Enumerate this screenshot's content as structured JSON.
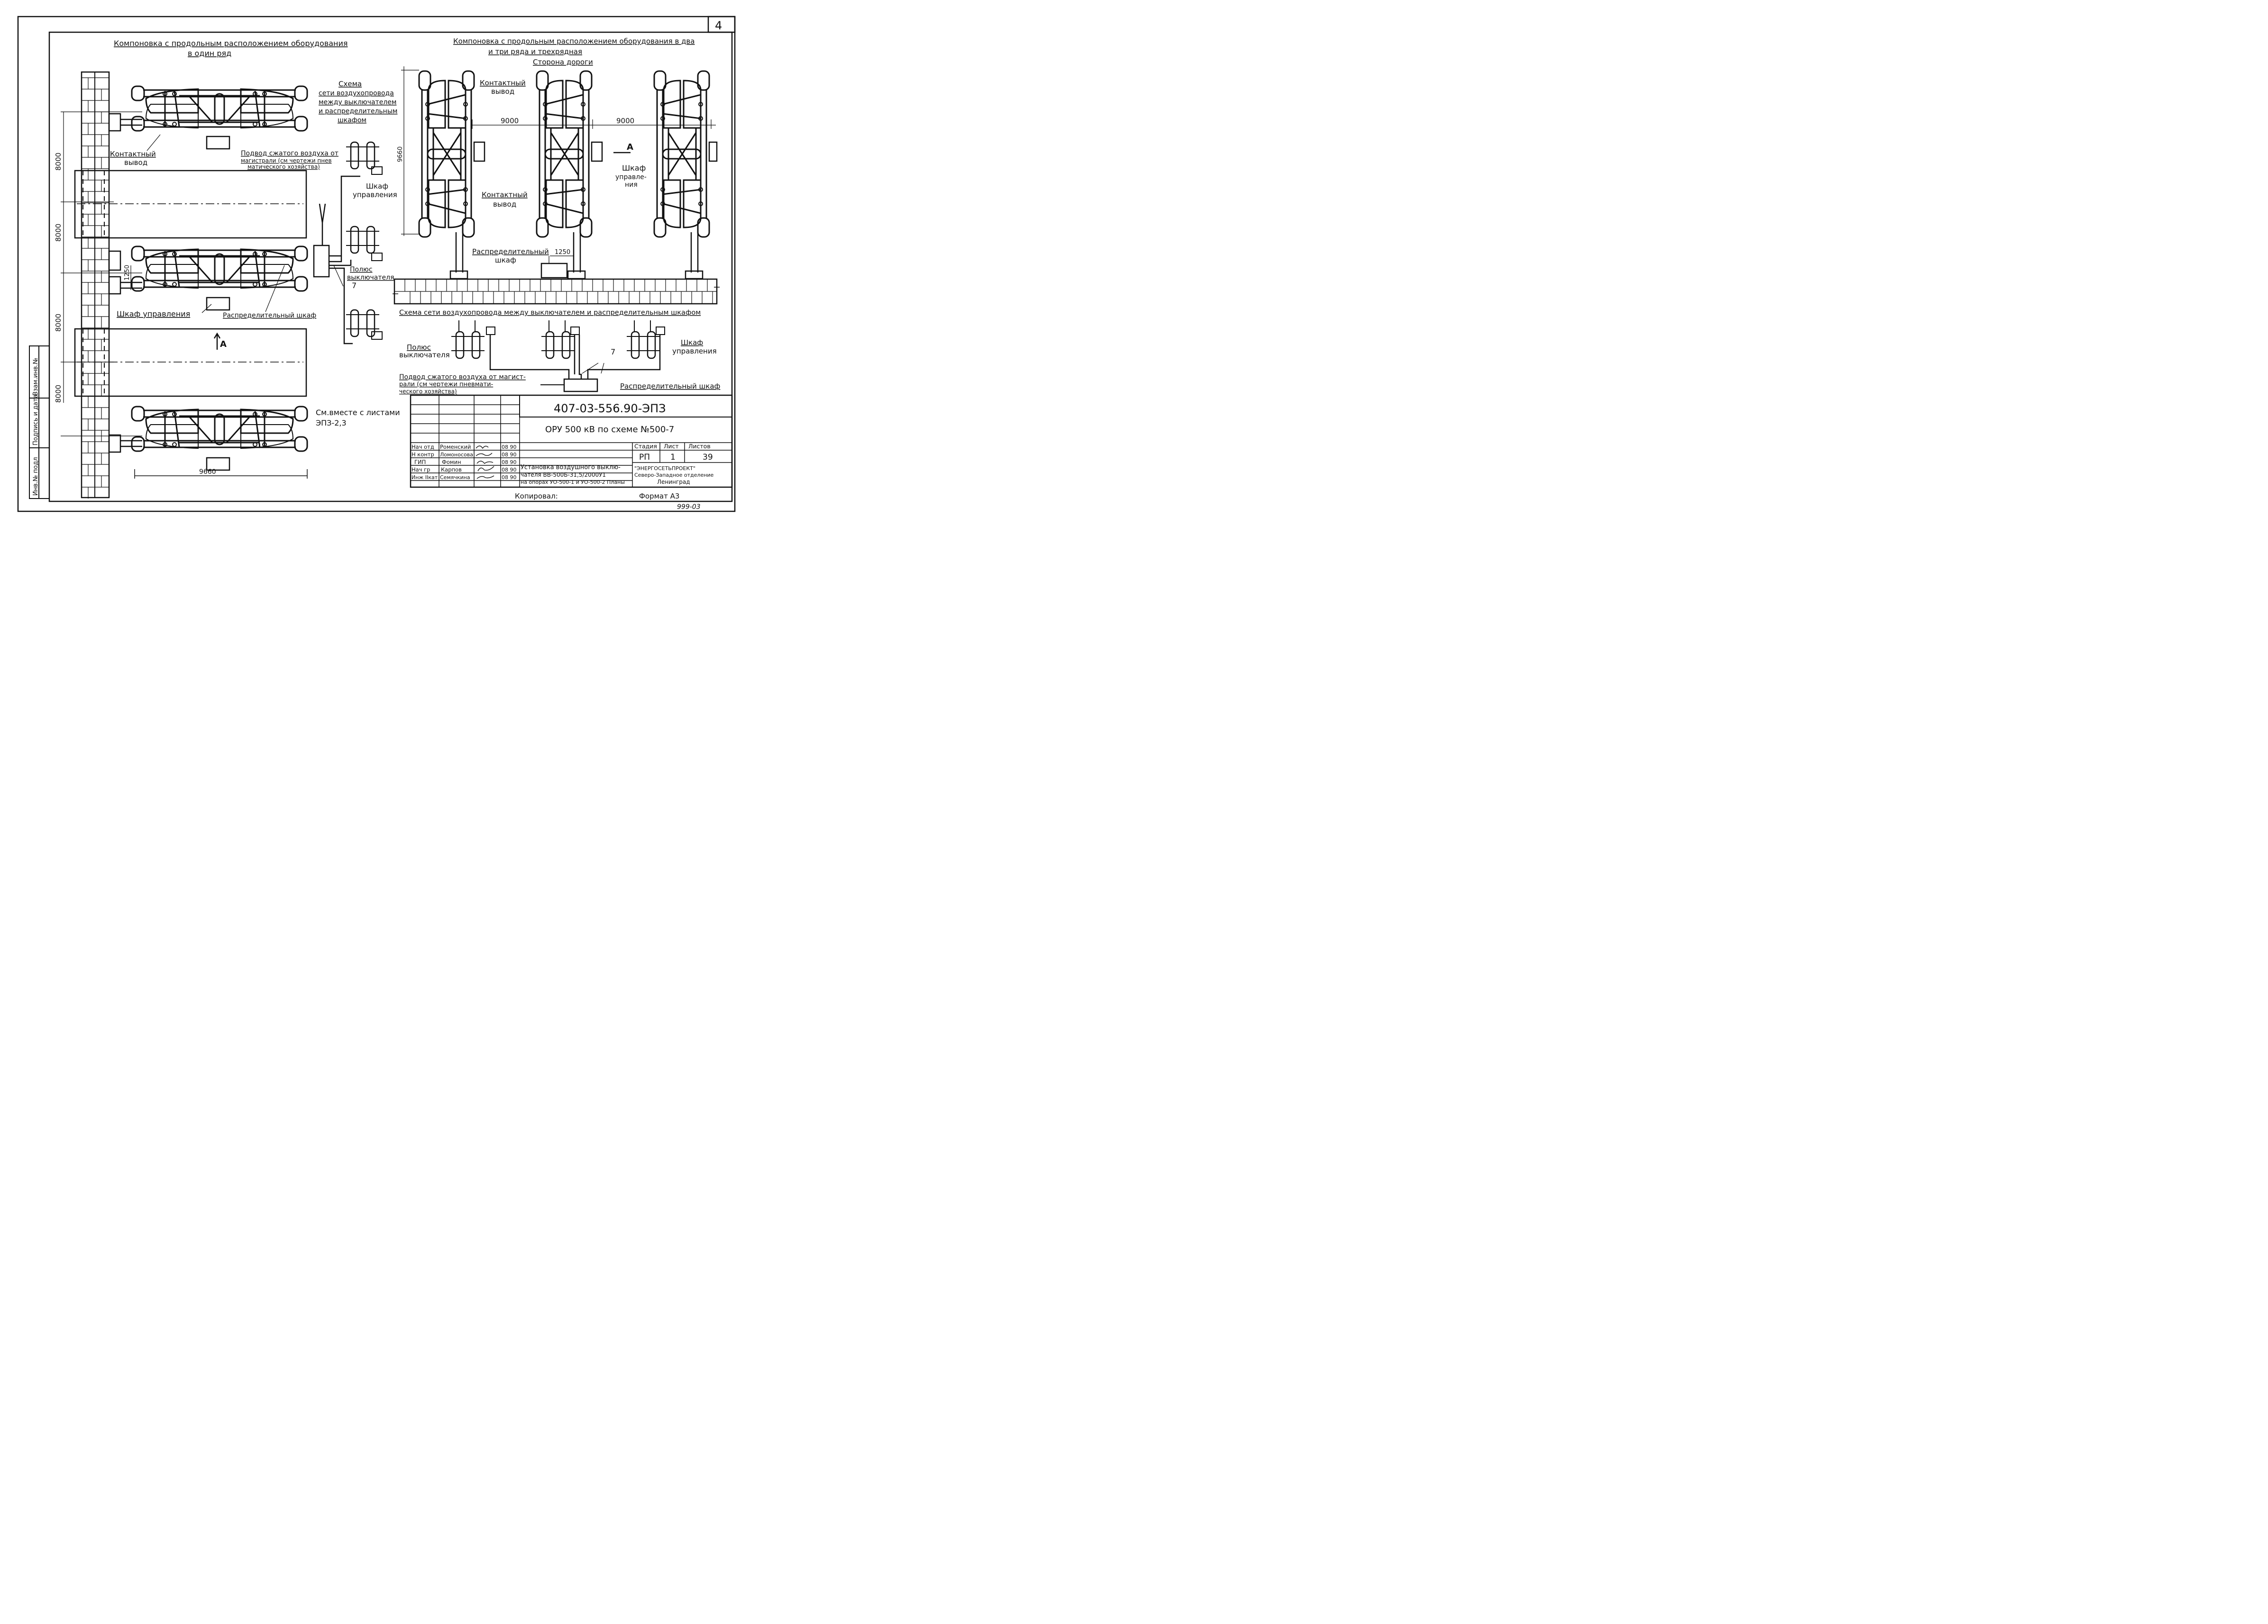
{
  "sheet_number": "4",
  "left_title": {
    "line1": "Компоновка с продольным расположением оборудования",
    "line2": "в один ряд"
  },
  "right_title": {
    "line1": "Компоновка с продольным расположением оборудования в два",
    "line2": "и три ряда и трехрядная",
    "road_side": "Сторона дороги"
  },
  "left_labels": {
    "schema_l1": "Схема",
    "schema_l2": "сети воздухопровода",
    "schema_l3": "между выключателем",
    "schema_l4": "и распределительным",
    "schema_l5": "шкафом",
    "contact_l1": "Контактный",
    "contact_l2": "вывод",
    "air_l1": "Подвод сжатого воздуха от",
    "air_l2": "магистрали (см чертежи пнев",
    "air_l3": "матического хозяйства)",
    "control_l1": "Шкаф",
    "control_l2": "управления",
    "poles_l1": "Полюс",
    "poles_l2": "выключателя",
    "num7": "7",
    "cabinet_control": "Шкаф   управления",
    "distribution": "Распределительный шкаф",
    "arrow_a": "А",
    "see_l1": "См.вместе с листами",
    "see_l2": "ЭПЗ-2,3"
  },
  "dimensions_left": [
    "8000",
    "8000",
    "8000",
    "8000"
  ],
  "dim_1250_left": "1250",
  "dim_9660_bottom": "9660",
  "right_labels": {
    "contact1_l1": "Контактный",
    "contact1_l2": "вывод",
    "contact2_l1": "Контактный",
    "contact2_l2": "вывод",
    "dim_9000_a": "9000",
    "dim_9000_b": "9000",
    "dim_9660": "9660",
    "arrow_a": "А",
    "control_l1": "Шкаф",
    "control_l2": "управле-",
    "control_l3": "ния",
    "dist_l1": "Распределительный",
    "dist_l2": "шкаф",
    "dim_1250": "1250",
    "schema_title": "Схема сети воздухопровода между выключателем и распределительным шкафом",
    "poles_l1": "Полюс",
    "poles_l2": "выключателя",
    "control2_l1": "Шкаф",
    "control2_l2": "управления",
    "num7": "7",
    "air_l1": "Подвод сжатого воздуха от магист-",
    "air_l2": "рали (см чертежи   пневмати-",
    "air_l3": "ческого хозяйства)",
    "distribution": "Распределительный шкаф"
  },
  "side_stamp": [
    "Инв.№ подл",
    "Подпись и дата",
    "Взам.инв.№"
  ],
  "title_block": {
    "doc_code": "407-03-556.90-ЭПЗ",
    "object": "ОРУ 500 кВ по схеме  №500-7",
    "rows": [
      {
        "role": "Нач отд",
        "name": "Роменский",
        "date": "08 90"
      },
      {
        "role": "Н контр",
        "name": "Ломоносова",
        "date": "08 90"
      },
      {
        "role": "ГИП",
        "name": "Фомин",
        "date": "08 90"
      },
      {
        "role": "Нач гр",
        "name": "Карпов",
        "date": "08 90"
      },
      {
        "role": "Инж IIкат",
        "name": "Семячкина",
        "date": "08 90"
      }
    ],
    "desc_l1": "Установка воздушного выклю-",
    "desc_l2": "чателя  ВВ-500Б-31,5/2000У1",
    "desc_l3": "на опорах УО-500-1 и УО-500-2 Планы",
    "stage_h": "Стадия",
    "sheet_h": "Лист",
    "sheets_h": "Листов",
    "stage": "РП",
    "sheet": "1",
    "sheets": "39",
    "org_l1": "\"ЭНЕРГОСЕТЬПРОЕКТ\"",
    "org_l2": "Северо-Западное отделение",
    "org_l3": "Ленинград"
  },
  "copied": "Копировал:",
  "format": "Формат А3",
  "corner_note": "999-03"
}
